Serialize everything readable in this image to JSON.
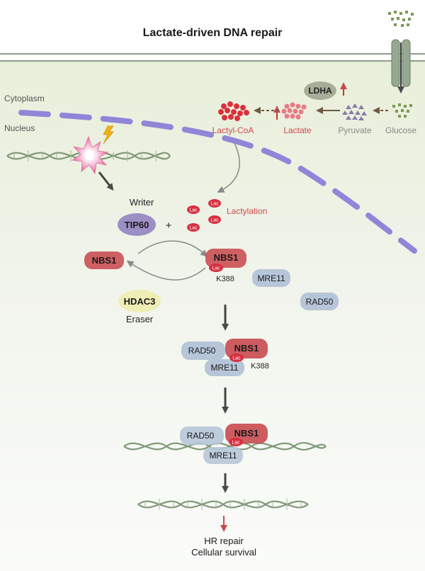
{
  "title": "Lactate-driven DNA repair",
  "compartments": {
    "cytoplasm": "Cytoplasm",
    "nucleus": "Nucleus"
  },
  "metabolism": {
    "ldha": "LDHA",
    "lactyl_coa": "Lactyl-CoA",
    "lactate": "Lactate",
    "pyruvate": "Pyruvate",
    "glucose": "Glucose"
  },
  "lactylation": {
    "writer": "Writer",
    "tip60": "TIP60",
    "plus": "+",
    "lac": "Lac",
    "label": "Lactylation"
  },
  "cycle": {
    "nbs1": "NBS1",
    "k388": "K388",
    "mre11": "MRE11",
    "rad50": "RAD50",
    "hdac3": "HDAC3",
    "eraser": "Eraser"
  },
  "outcome": {
    "line1": "HR repair",
    "line2": "Cellular survival"
  },
  "colors": {
    "red": "#c94a50",
    "blue_gray": "#b7c5d8",
    "purple": "#9c8fc6",
    "membrane": "#8f86d8",
    "dna_green": "#7f9877",
    "hdac_yellow": "#eeeeb4",
    "ldha_gray": "#a7ad98",
    "up_arrow": "#c0392b"
  }
}
